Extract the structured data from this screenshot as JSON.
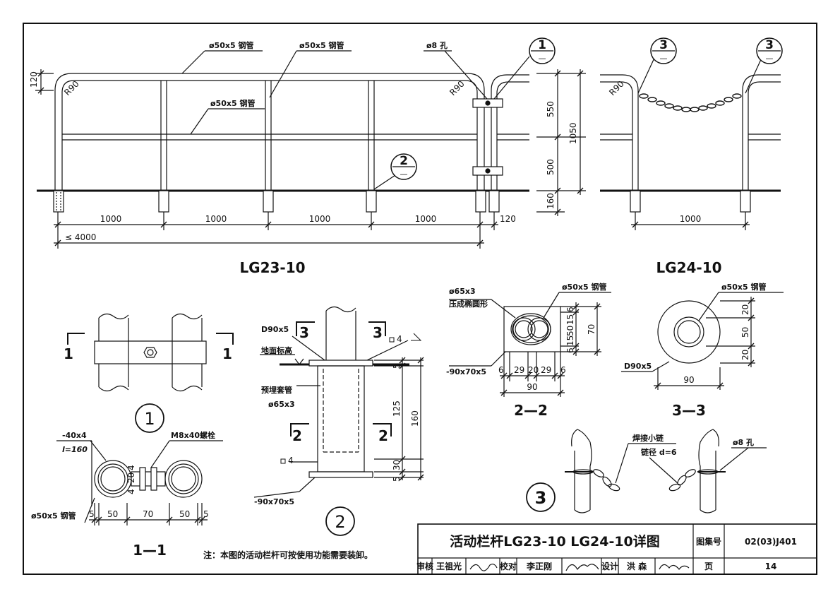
{
  "elevation_lg23": {
    "title": "LG23-10",
    "labels": {
      "top_rail": "ø50x5 钢管",
      "post": "ø50x5 钢管",
      "mid_rail": "ø50x5 钢管",
      "hole": "ø8 孔",
      "bend_left": "R90",
      "bend_right": "R90"
    },
    "dims": {
      "top_offset": "120",
      "spacings": [
        "1000",
        "1000",
        "1000",
        "1000"
      ],
      "end_gap": "120",
      "total": "≤ 4000",
      "h_upper": "550",
      "h_lower": "500",
      "h_embed": "160",
      "h_total": "1050"
    },
    "callouts": {
      "detail1": {
        "num": "1",
        "sub": "—"
      },
      "detail2": {
        "num": "2",
        "sub": "—"
      }
    }
  },
  "elevation_lg24": {
    "title": "LG24-10",
    "labels": {
      "bend": "R90"
    },
    "dims": {
      "span": "1000"
    },
    "callouts": {
      "left": {
        "num": "3",
        "sub": "—"
      },
      "right": {
        "num": "3",
        "sub": "—"
      }
    }
  },
  "detail1": {
    "number": "1",
    "cut_label": "1"
  },
  "section11": {
    "title": "1—1",
    "labels": {
      "strap": "-40x4",
      "strap_len": "l=160",
      "bolt": "M8x40螺栓",
      "pipe": "ø50x5 钢管"
    },
    "dims": [
      "5",
      "50",
      "70",
      "50",
      "5"
    ],
    "vert_dims": [
      "4",
      "20",
      "4"
    ]
  },
  "detail2": {
    "number": "2",
    "labels": {
      "cap": "D90x5",
      "ground": "地面标高",
      "sleeve": "预埋套管",
      "sleeve_size": "ø65x3",
      "base": "-90x70x5",
      "weld_top": "4",
      "weld_bot": "4",
      "cut3": "3",
      "cut2": "2"
    },
    "dims": {
      "d5_top": "5",
      "d125": "125",
      "d30": "30",
      "d5_bot": "5",
      "d160": "160"
    }
  },
  "section22": {
    "title": "2—2",
    "labels": {
      "sleeve": "ø65x3",
      "sleeve_note": "压成椭圆形",
      "pipe": "ø50x5 钢管",
      "plate": "-90x70x5"
    },
    "dims_h": [
      "6",
      "29",
      "20",
      "29",
      "6"
    ],
    "dims_total": "90",
    "dims_v": [
      "6",
      "15",
      "50",
      "15",
      "6"
    ],
    "dims_v_total": "70"
  },
  "section33": {
    "title": "3—3",
    "labels": {
      "pipe": "ø50x5 钢管",
      "disc": "D90x5"
    },
    "dims_v": [
      "20",
      "50",
      "20"
    ],
    "dims_total": "90"
  },
  "detail3": {
    "number": "3",
    "labels": {
      "chain": "焊接小链",
      "chain_d": "链径 d=6",
      "hole": "ø8 孔"
    }
  },
  "note": "注：本图的活动栏杆可按使用功能需要装卸。",
  "title_block": {
    "title": "活动栏杆LG23-10  LG24-10详图",
    "atlas_label": "图集号",
    "atlas_no": "02(03)J401",
    "page_label": "页",
    "page_no": "14",
    "review_label": "审核",
    "reviewer": "王祖光",
    "check_label": "校对",
    "checker": "李正刚",
    "design_label": "设计",
    "designer": "洪  森"
  }
}
